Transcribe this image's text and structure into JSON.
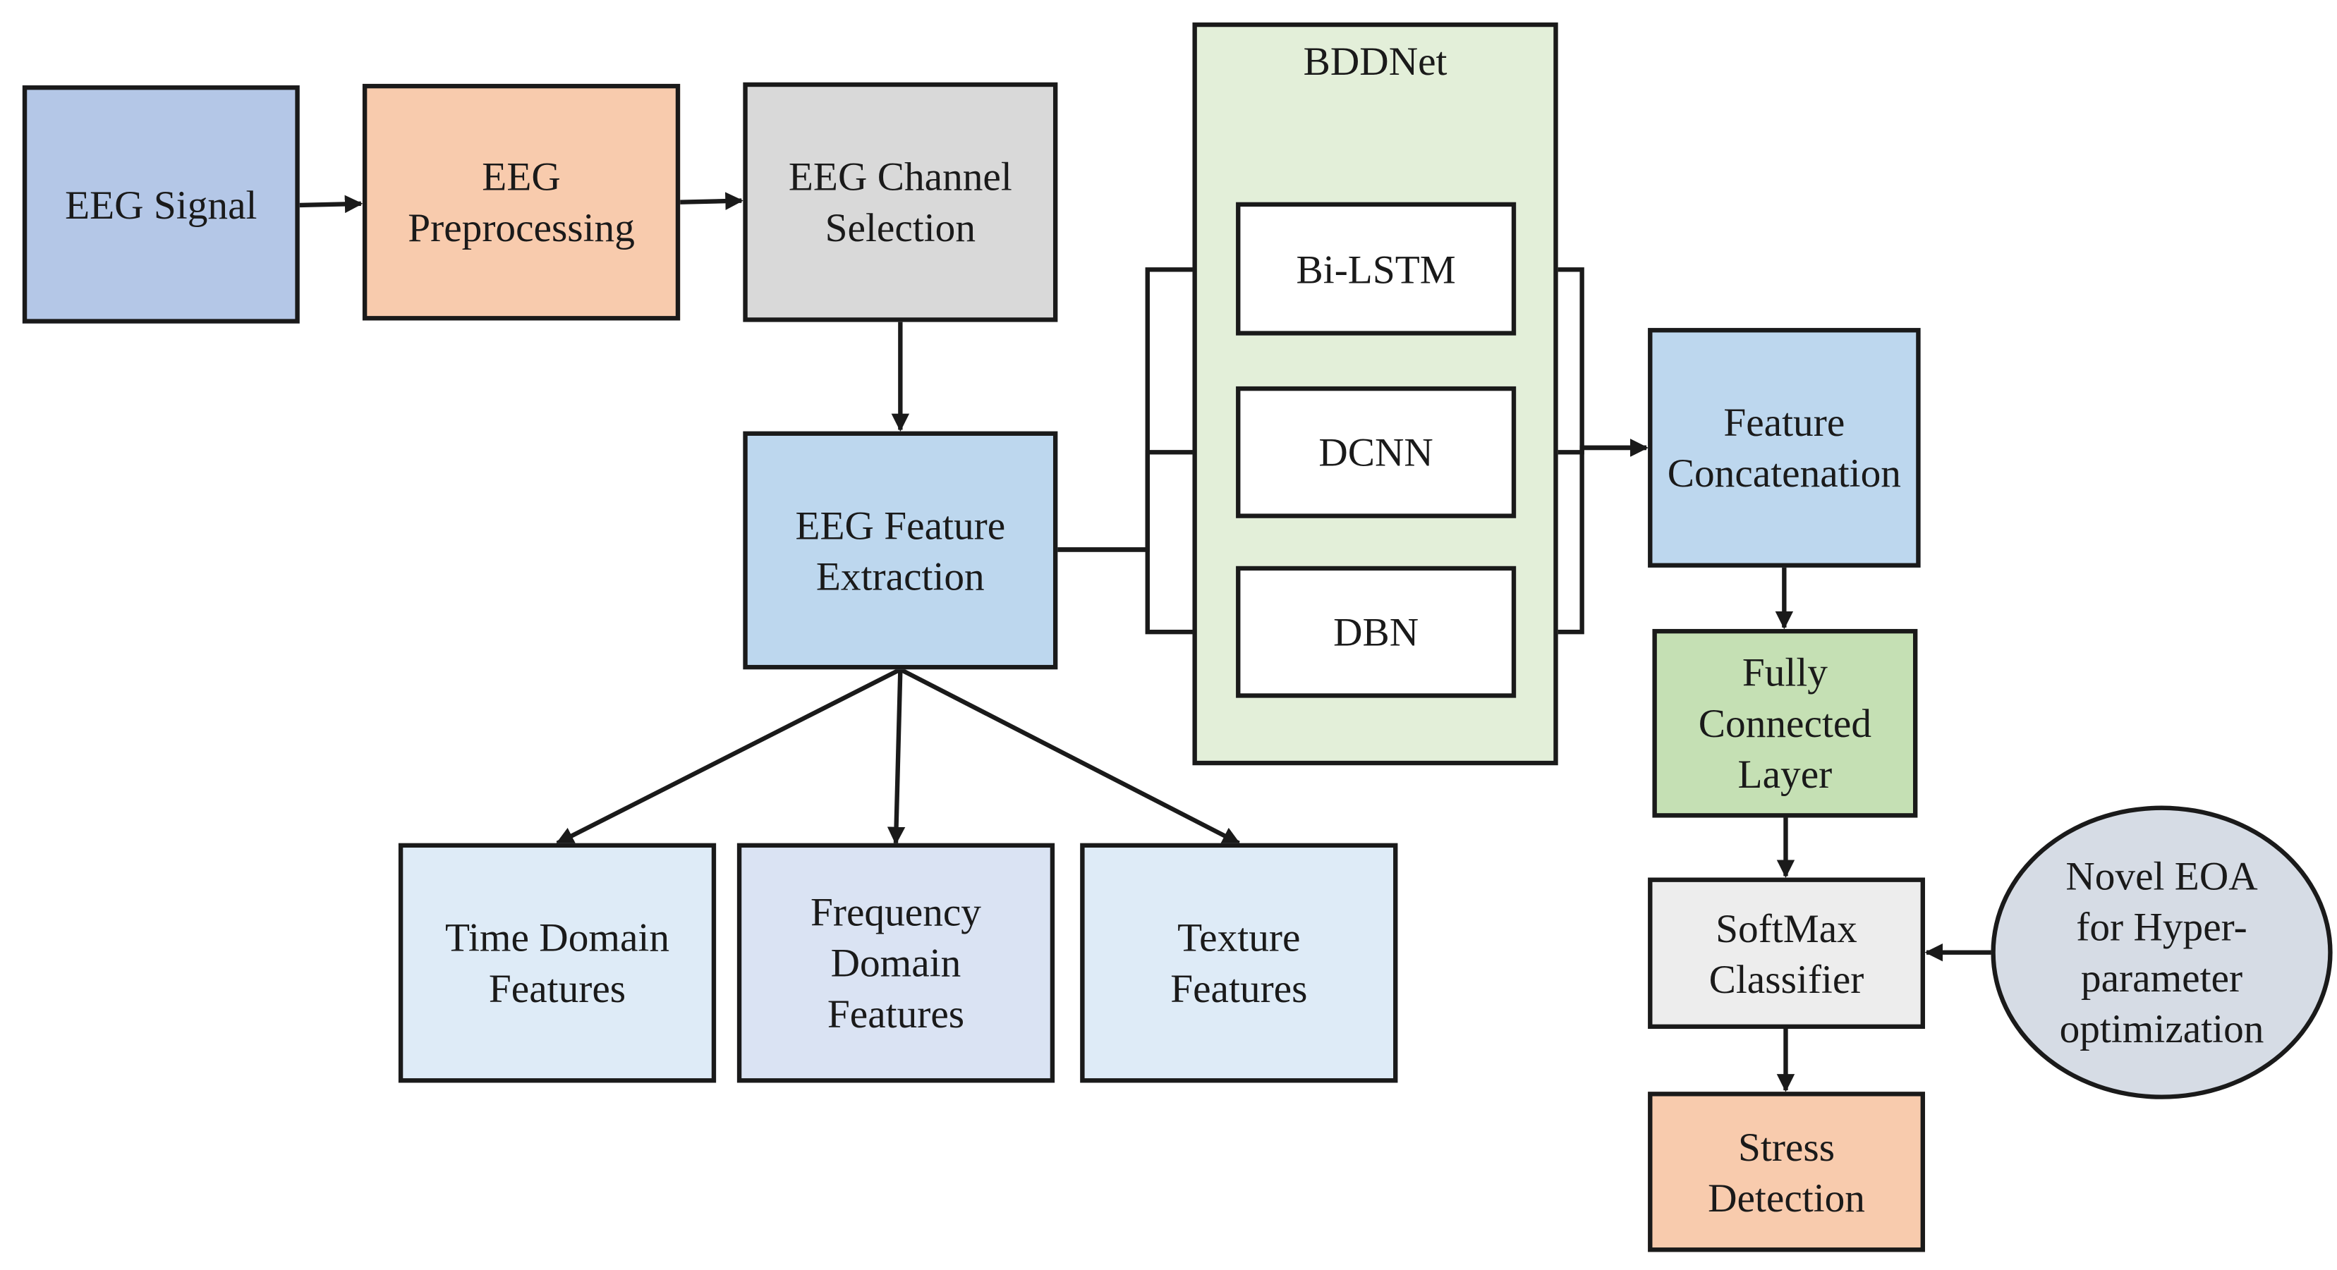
{
  "diagram": {
    "group": {
      "label": "BDDNet",
      "fill": "#e3efd9"
    },
    "nodes": {
      "eeg_signal": {
        "label": "EEG Signal",
        "fill": "#b4c7e7"
      },
      "eeg_preprocessing": {
        "label": "EEG\nPreprocessing",
        "fill": "#f8cbad"
      },
      "eeg_channel_selection": {
        "label": "EEG Channel\nSelection",
        "fill": "#d9d9d9"
      },
      "eeg_feature_extraction": {
        "label": "EEG Feature\nExtraction",
        "fill": "#bdd7ee"
      },
      "time_domain": {
        "label": "Time Domain\nFeatures",
        "fill": "#deebf7"
      },
      "frequency_domain": {
        "label": "Frequency\nDomain\nFeatures",
        "fill": "#dae3f3"
      },
      "texture": {
        "label": "Texture\nFeatures",
        "fill": "#deebf7"
      },
      "bilstm": {
        "label": "Bi-LSTM",
        "fill": "#ffffff"
      },
      "dcnn": {
        "label": "DCNN",
        "fill": "#ffffff"
      },
      "dbn": {
        "label": "DBN",
        "fill": "#ffffff"
      },
      "feature_concatenation": {
        "label": "Feature\nConcatenation",
        "fill": "#bdd7ee"
      },
      "fully_connected": {
        "label": "Fully\nConnected\nLayer",
        "fill": "#c5e0b4"
      },
      "softmax": {
        "label": "SoftMax\nClassifier",
        "fill": "#ededed"
      },
      "stress_detection": {
        "label": "Stress\nDetection",
        "fill": "#f8cbad"
      },
      "novel_eoa": {
        "label": "Novel EOA\nfor Hyper-\nparameter\noptimization",
        "fill": "#d6dce5"
      }
    },
    "edges": [
      {
        "from": "eeg_signal",
        "to": "eeg_preprocessing"
      },
      {
        "from": "eeg_preprocessing",
        "to": "eeg_channel_selection"
      },
      {
        "from": "eeg_channel_selection",
        "to": "eeg_feature_extraction"
      },
      {
        "from": "eeg_feature_extraction",
        "to": "time_domain"
      },
      {
        "from": "eeg_feature_extraction",
        "to": "frequency_domain"
      },
      {
        "from": "eeg_feature_extraction",
        "to": "texture"
      },
      {
        "from": "eeg_feature_extraction",
        "to": "bilstm"
      },
      {
        "from": "eeg_feature_extraction",
        "to": "dcnn"
      },
      {
        "from": "eeg_feature_extraction",
        "to": "dbn"
      },
      {
        "from": "bilstm",
        "to": "feature_concatenation"
      },
      {
        "from": "dcnn",
        "to": "feature_concatenation"
      },
      {
        "from": "dbn",
        "to": "feature_concatenation"
      },
      {
        "from": "feature_concatenation",
        "to": "fully_connected"
      },
      {
        "from": "fully_connected",
        "to": "softmax"
      },
      {
        "from": "novel_eoa",
        "to": "softmax"
      },
      {
        "from": "softmax",
        "to": "stress_detection"
      }
    ]
  }
}
